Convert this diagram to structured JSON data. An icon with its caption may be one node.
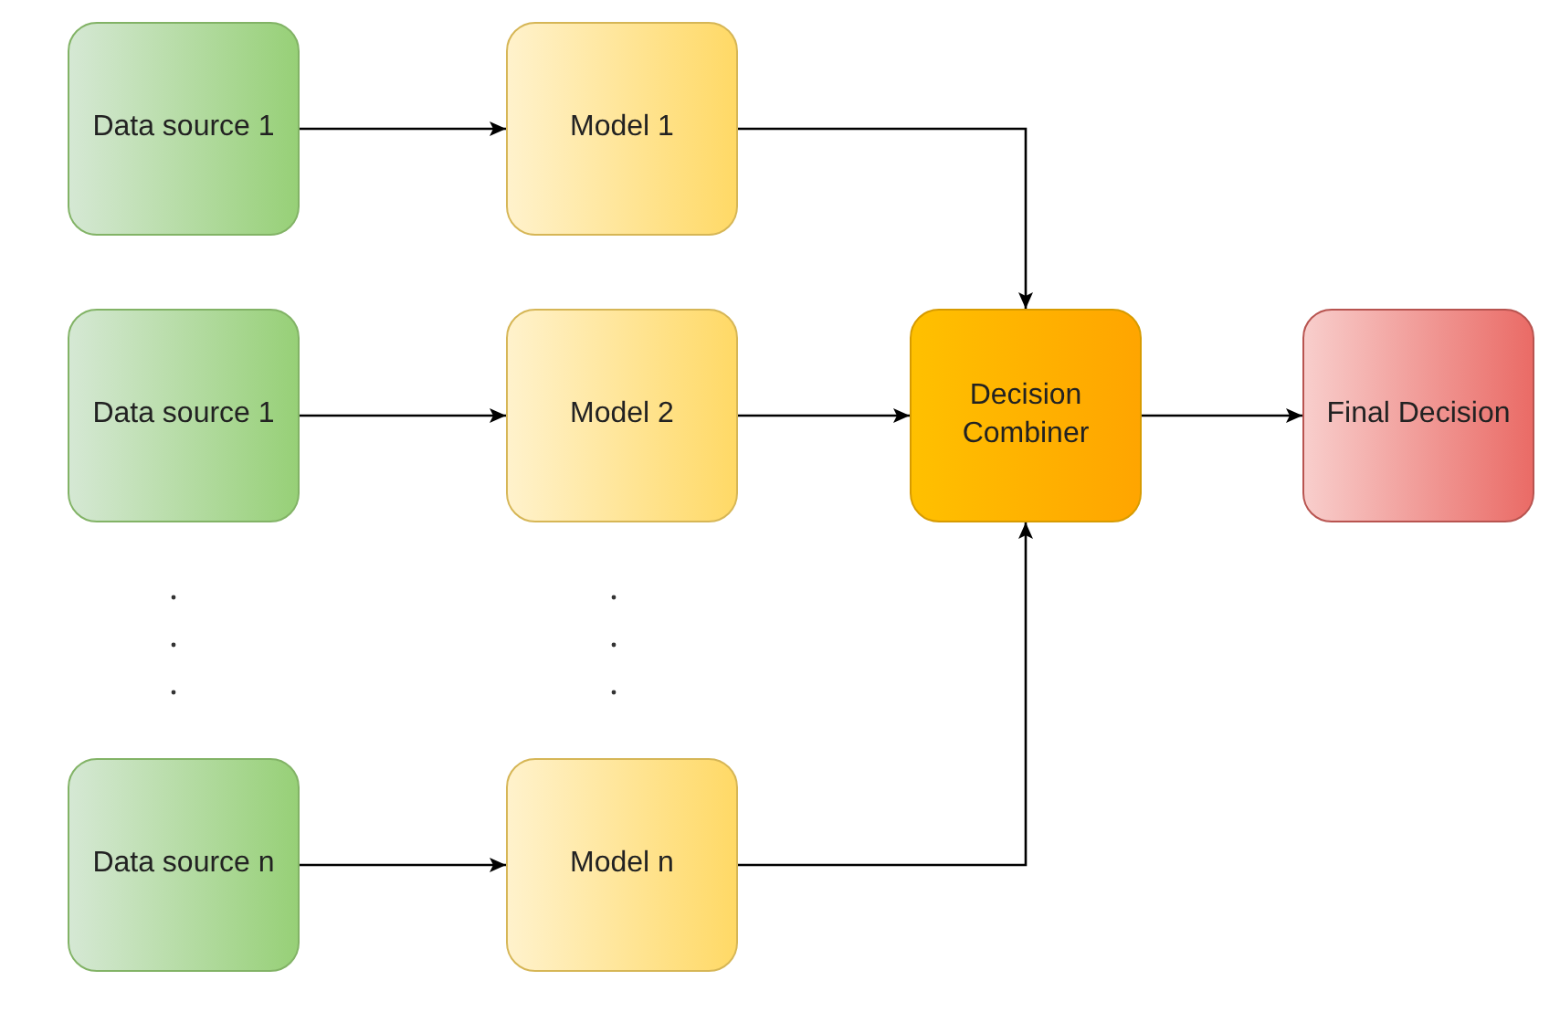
{
  "diagram": {
    "nodes": [
      {
        "text": [
          "Data source 1"
        ]
      },
      {
        "text": [
          "Model 1"
        ]
      },
      {
        "text": [
          "Data source 1"
        ]
      },
      {
        "text": [
          "Model 2"
        ]
      },
      {
        "text": [
          "Decision Combiner"
        ]
      },
      {
        "text": [
          "Final Decision"
        ]
      },
      {
        "text": [
          "Data source n"
        ]
      },
      {
        "text": [
          "Model n"
        ]
      }
    ],
    "edges": [
      {
        "from": 0,
        "to": 1,
        "arrow": "to"
      },
      {
        "from": 2,
        "to": 3,
        "arrow": "to"
      },
      {
        "from": 6,
        "to": 7,
        "arrow": "to"
      },
      {
        "from": 1,
        "to": 4,
        "arrow": "to"
      },
      {
        "from": 3,
        "to": 4,
        "arrow": "to"
      },
      {
        "from": 7,
        "to": 4,
        "arrow": "to"
      },
      {
        "from": 4,
        "to": 5,
        "arrow": "to"
      }
    ]
  }
}
